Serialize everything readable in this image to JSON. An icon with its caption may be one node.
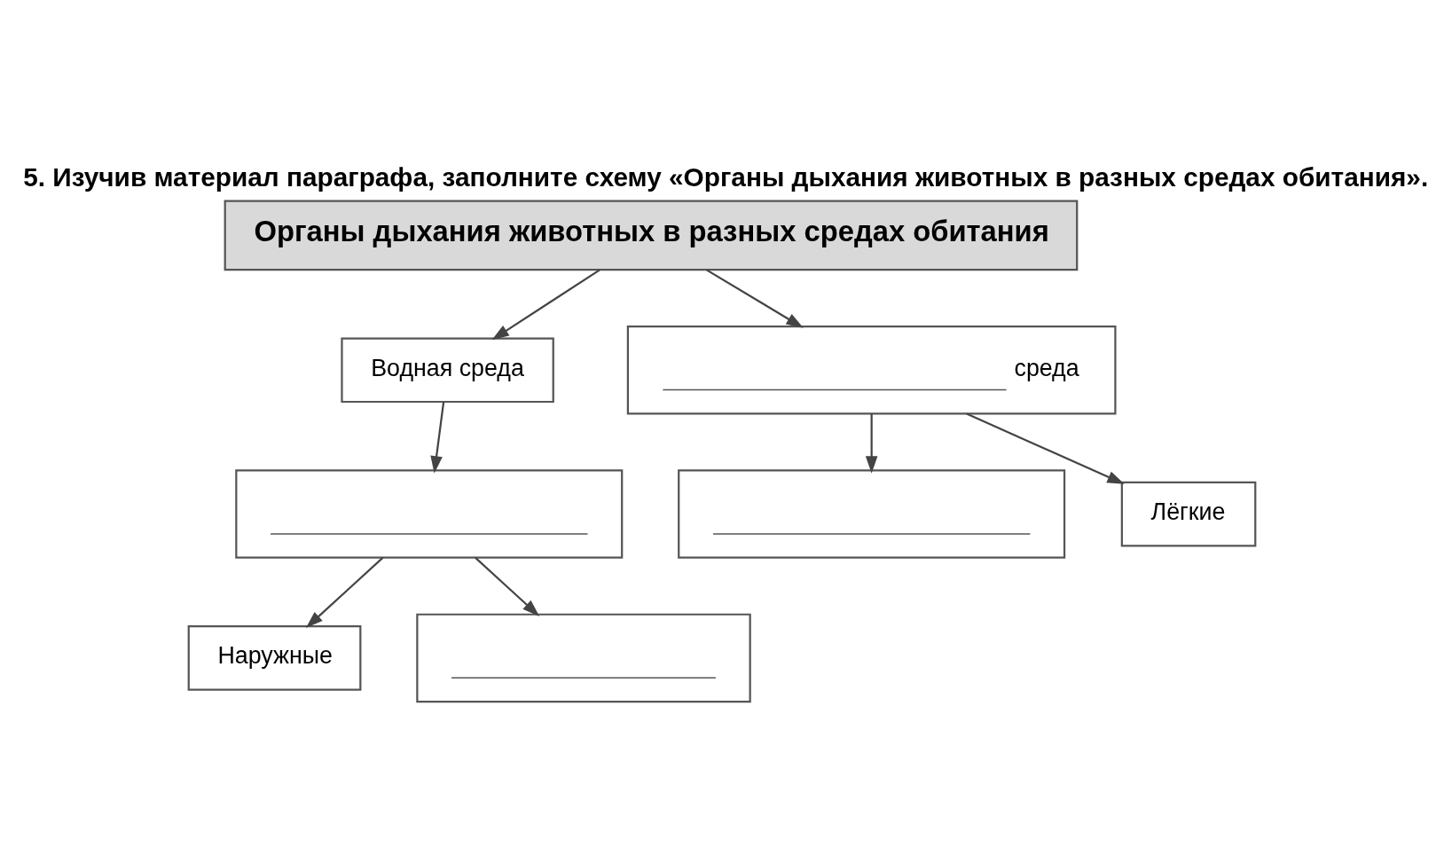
{
  "diagram": {
    "title": "5. Изучив материал параграфа, заполните схему «Органы дыхания животных в разных средах обитания».",
    "nodes": [
      {
        "text": [
          "Органы дыхания животных в разных средах обитания"
        ]
      },
      {
        "text": [
          "Водная среда"
        ]
      },
      {
        "text": [
          "среда"
        ]
      },
      {
        "text": [],
        "shape": "box"
      },
      {
        "text": [],
        "shape": "box"
      },
      {
        "text": [
          "Лёгкие"
        ]
      },
      {
        "text": [
          "Наружные"
        ]
      },
      {
        "text": [],
        "shape": "box"
      }
    ],
    "edges": [
      {
        "from": 0,
        "to": 1,
        "arrow": "to"
      },
      {
        "from": 0,
        "to": 2,
        "arrow": "to"
      },
      {
        "from": 1,
        "to": 3,
        "arrow": "to"
      },
      {
        "from": 2,
        "to": 4,
        "arrow": "to"
      },
      {
        "from": 2,
        "to": 5,
        "arrow": "to"
      },
      {
        "from": 3,
        "to": 6,
        "arrow": "to"
      },
      {
        "from": 3,
        "to": 7,
        "arrow": "to"
      }
    ]
  }
}
